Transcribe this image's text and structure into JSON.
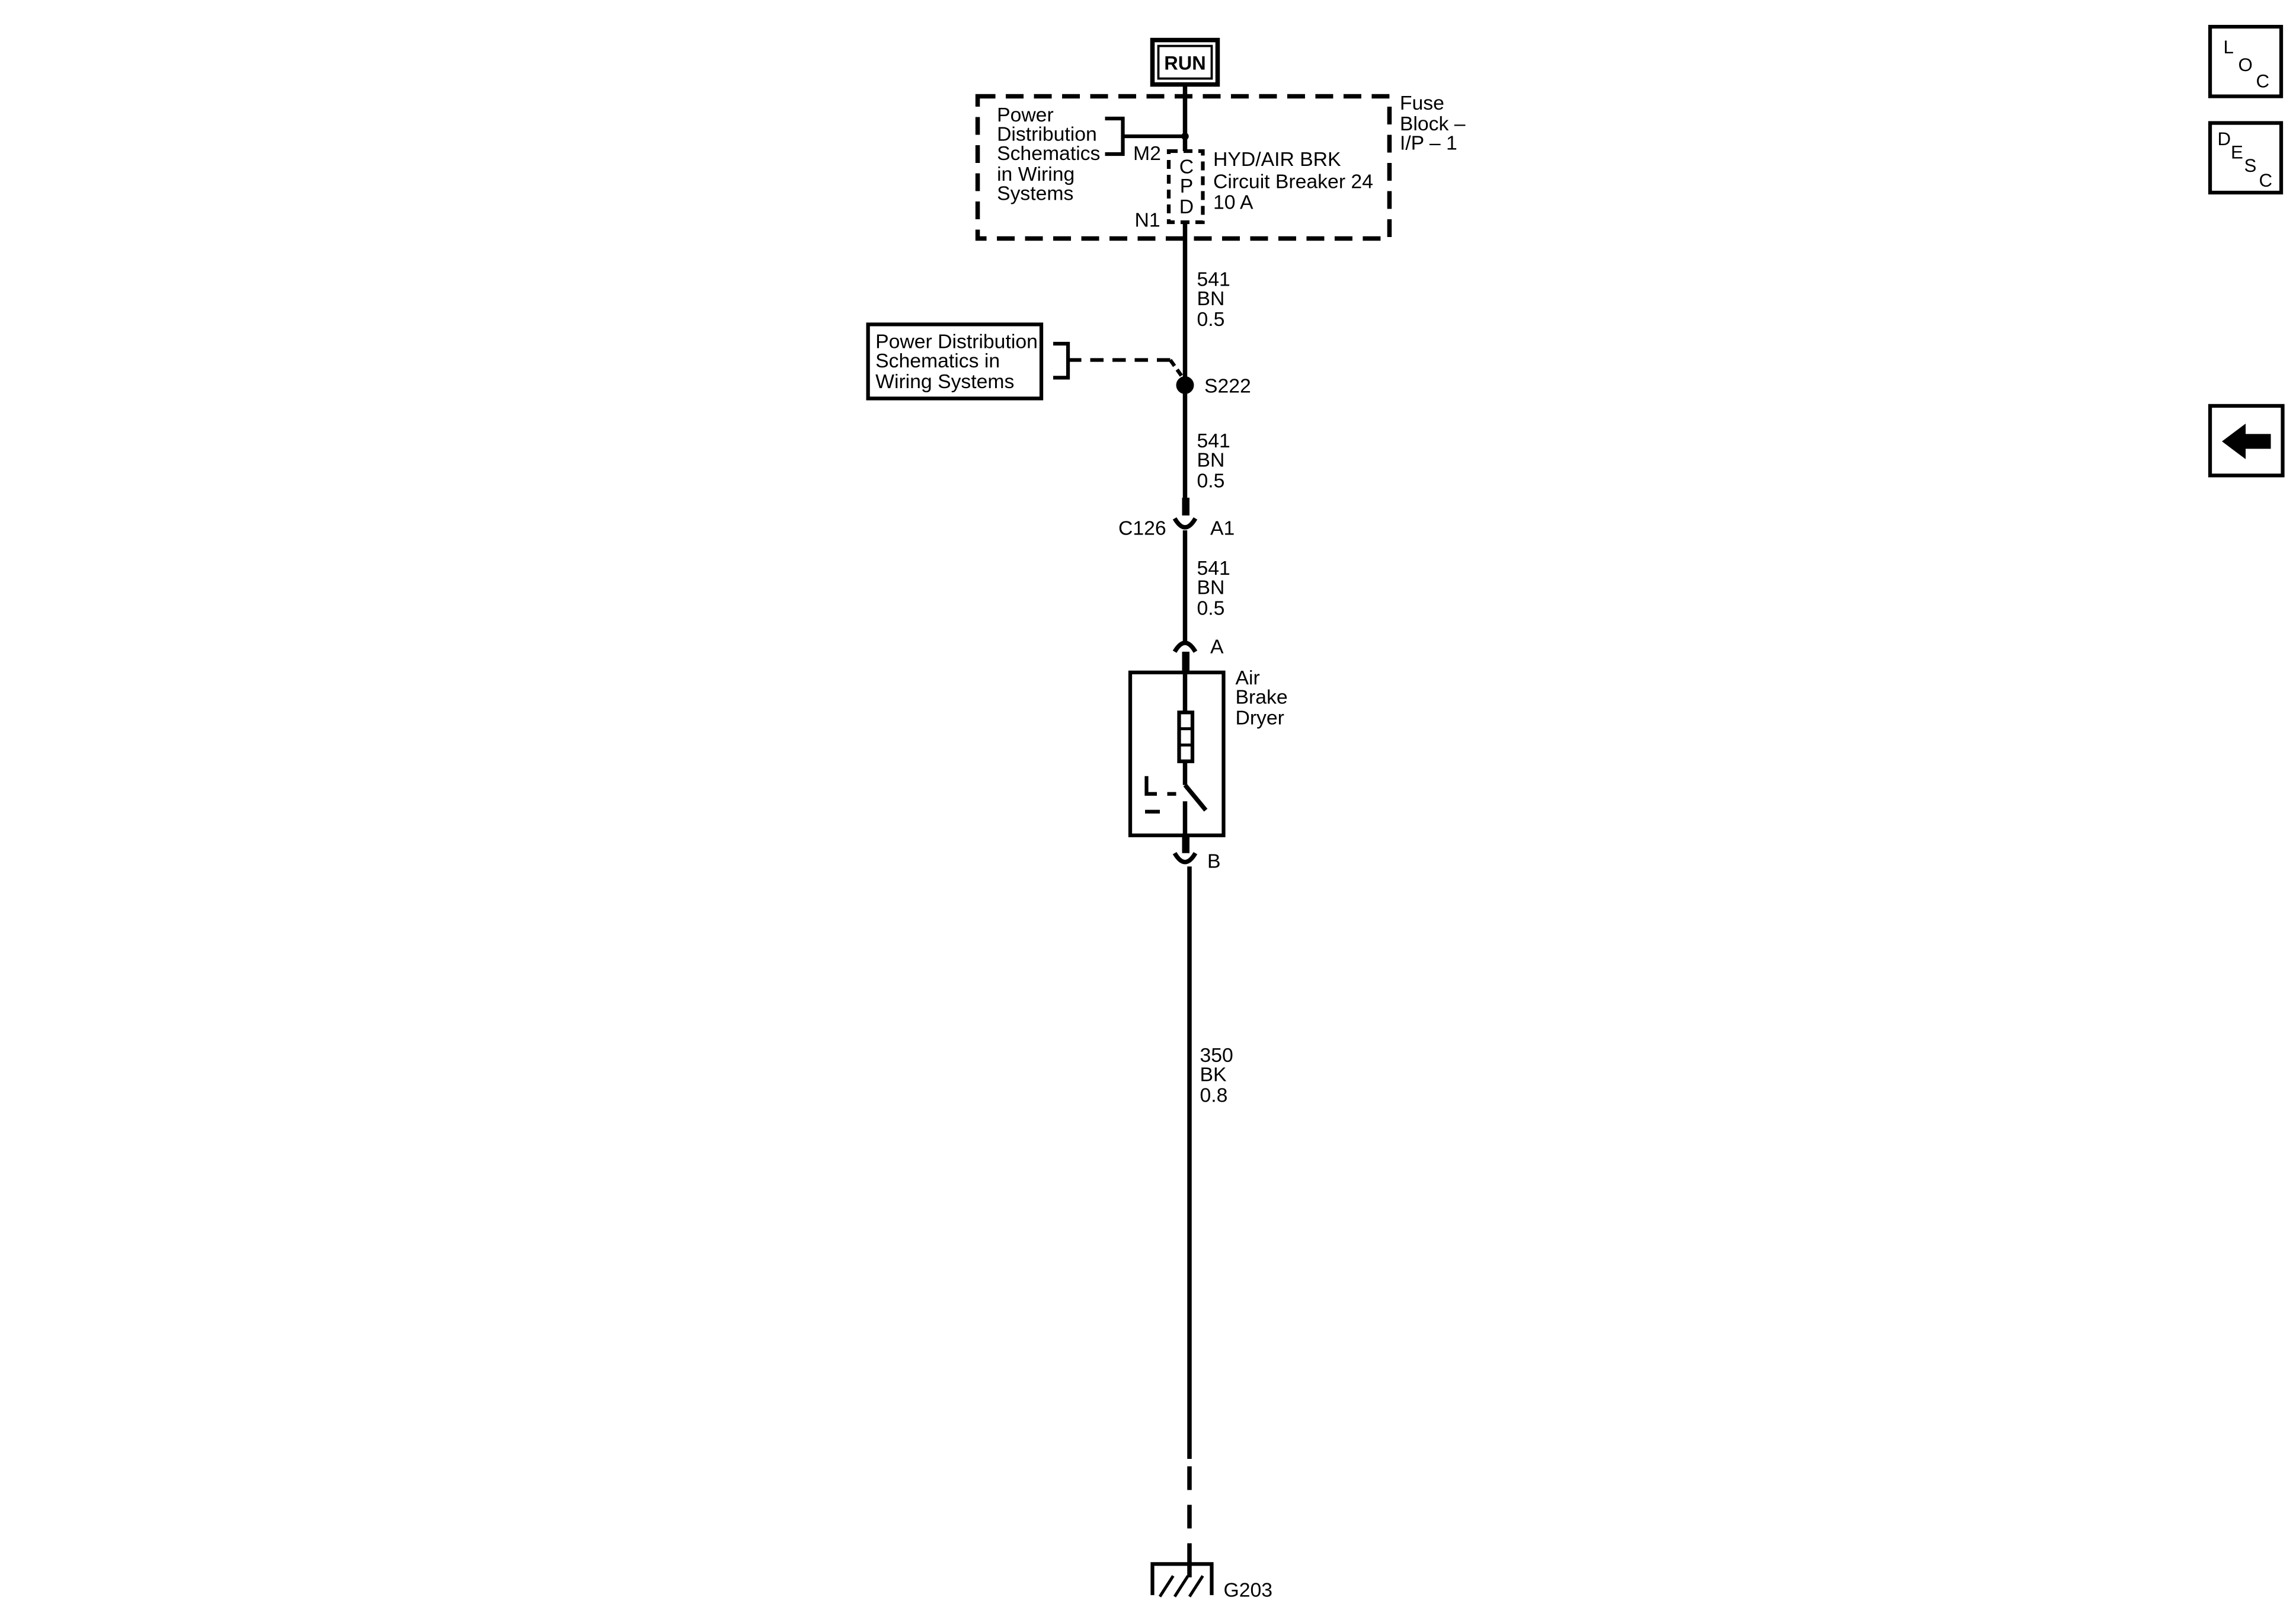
{
  "power_mode": "RUN",
  "fuse_block": {
    "label_lines": [
      "Fuse",
      "Block –",
      "I/P – 1"
    ],
    "breaker_lines": [
      "HYD/AIR BRK",
      "Circuit Breaker 24",
      "10 A"
    ],
    "cpd_letters": [
      "C",
      "P",
      "D"
    ],
    "pin_in": "M2",
    "pin_out": "N1",
    "ref_lines": [
      "Power",
      "Distribution",
      "Schematics",
      "in Wiring",
      "Systems"
    ]
  },
  "splice": {
    "id": "S222",
    "ref_lines": [
      "Power Distribution",
      "Schematics in",
      "Wiring  Systems"
    ]
  },
  "wires": [
    {
      "circuit": "541",
      "color": "BN",
      "size": "0.5"
    },
    {
      "circuit": "541",
      "color": "BN",
      "size": "0.5"
    },
    {
      "circuit": "541",
      "color": "BN",
      "size": "0.5"
    },
    {
      "circuit": "350",
      "color": "BK",
      "size": "0.8"
    }
  ],
  "connector": {
    "id": "C126",
    "pin": "A1"
  },
  "component": {
    "name_lines": [
      "Air",
      "Brake",
      "Dryer"
    ],
    "pin_top": "A",
    "pin_bottom": "B"
  },
  "ground": {
    "id": "G203"
  },
  "nav": {
    "loc_letters": [
      "L",
      "O",
      "C"
    ],
    "desc_letters": [
      "D",
      "E",
      "S",
      "C"
    ],
    "back_icon": "left-arrow-icon"
  }
}
